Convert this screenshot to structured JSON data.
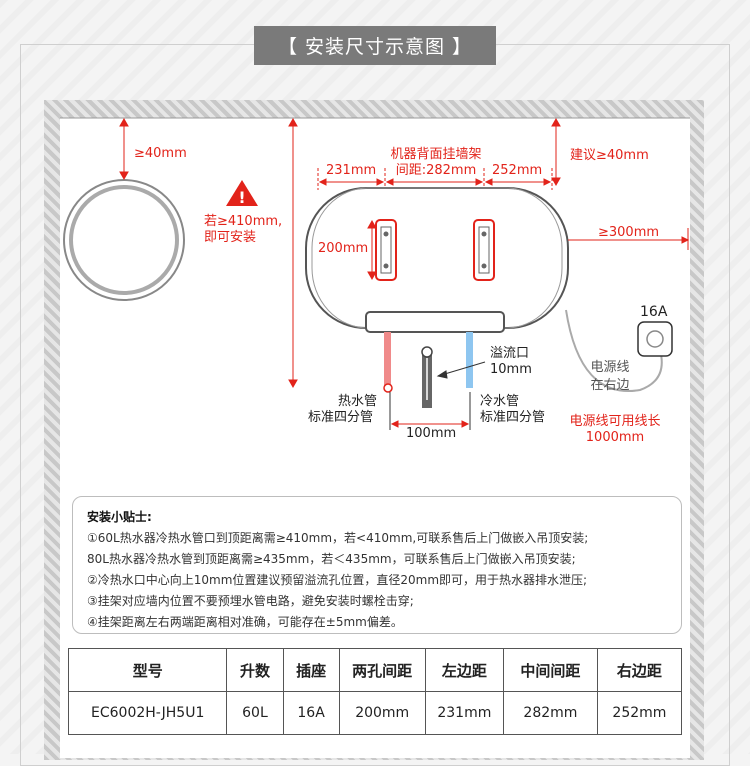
{
  "title": "【 安装尺寸示意图 】",
  "dimensions": {
    "top_left_clearance": "≥40mm",
    "bracket_title": "机器背面挂墙架",
    "bracket_spacing": "间距:282mm",
    "left_edge": "231mm",
    "right_edge": "252mm",
    "top_right_clearance": "建议≥40mm",
    "warning_line1": "若≥410mm,",
    "warning_line2": "即可安装",
    "bracket_height": "200mm",
    "side_clearance": "≥300mm",
    "socket_rating": "16A",
    "power_cord_line1": "电源线",
    "power_cord_line2": "在右边",
    "power_cord_length_line1": "电源线可用线长",
    "power_cord_length_line2": "1000mm",
    "overflow_line1": "溢流口",
    "overflow_line2": "10mm",
    "hot_pipe_line1": "热水管",
    "hot_pipe_line2": "标准四分管",
    "cold_pipe_line1": "冷水管",
    "cold_pipe_line2": "标准四分管",
    "pipe_spacing": "100mm"
  },
  "tips": {
    "title": "安装小贴士:",
    "lines": [
      "①60L热水器冷热水管口到顶距离需≥410mm，若<410mm,可联系售后上门做嵌入吊顶安装;",
      "80L热水器冷热水管到顶距离需≥435mm，若＜435mm，可联系售后上门做嵌入吊顶安装;",
      "②冷热水口中心向上10mm位置建议预留溢流孔位置，直径20mm即可，用于热水器排水泄压;",
      "③挂架对应墙内位置不要预埋水管电路，避免安装时螺栓击穿;",
      "④挂架距离左右两端距离相对准确，可能存在±5mm偏差。"
    ]
  },
  "spec_table": {
    "headers": [
      "型号",
      "升数",
      "插座",
      "两孔间距",
      "左边距",
      "中间间距",
      "右边距"
    ],
    "row": [
      "EC6002H-JH5U1",
      "60L",
      "16A",
      "200mm",
      "231mm",
      "282mm",
      "252mm"
    ]
  },
  "colors": {
    "accent_red": "#e2231a",
    "hot_pipe": "#f08a8a",
    "cold_pipe": "#8ec6f0",
    "title_bg": "#7a7a7a"
  }
}
